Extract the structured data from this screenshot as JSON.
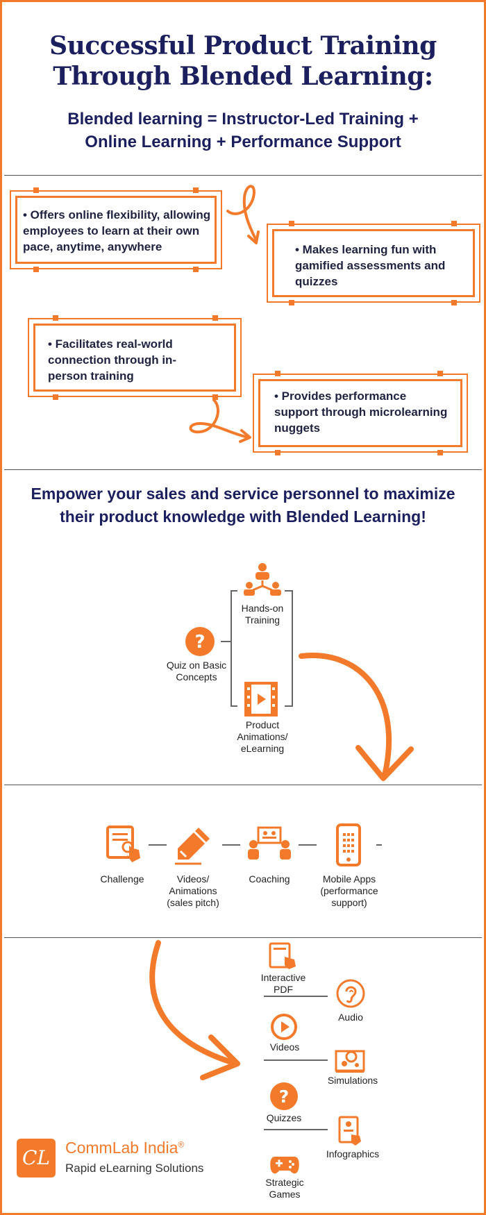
{
  "header": {
    "title_line1": "Successful Product Training",
    "title_line2": "Through Blended Learning:",
    "subtitle_line1": "Blended learning = Instructor-Led Training +",
    "subtitle_line2": "Online Learning + Performance Support"
  },
  "benefits": [
    {
      "text": "• Offers online flexibility, allowing employees to learn at their own pace, anytime, anywhere"
    },
    {
      "text": "• Makes learning fun with gamified assessments and quizzes"
    },
    {
      "text": "• Facilitates real-world connection through in-person training"
    },
    {
      "text": "• Provides performance support through microlearning nuggets"
    }
  ],
  "tagline": {
    "line1": "Empower your sales and service personnel to maximize",
    "line2": "their product knowledge with Blended Learning!"
  },
  "stage1": {
    "quiz": "Quiz on Basic Concepts",
    "handson": "Hands-on Training",
    "animations": "Product Animations/ eLearning",
    "icons": [
      "question-icon",
      "people-network-icon",
      "film-play-icon"
    ]
  },
  "stage2": {
    "items": [
      {
        "label": "Challenge",
        "icon": "touch-screen-icon"
      },
      {
        "label": "Videos/ Animations (sales pitch)",
        "icon": "pen-icon"
      },
      {
        "label": "Coaching",
        "icon": "coaching-icon"
      },
      {
        "label": "Mobile Apps (performance support)",
        "icon": "mobile-phone-icon"
      }
    ]
  },
  "stage3": {
    "interactive_pdf": "Interactive PDF",
    "audio": "Audio",
    "videos": "Videos",
    "simulations": "Simulations",
    "quizzes": "Quizzes",
    "infographics": "Infographics",
    "strategic_games": "Strategic Games"
  },
  "brand": {
    "logo_text": "CL",
    "name": "CommLab India",
    "registered": "®",
    "tagline": "Rapid eLearning Solutions",
    "accent": "#f47a2b",
    "navy": "#1b1f5e"
  }
}
